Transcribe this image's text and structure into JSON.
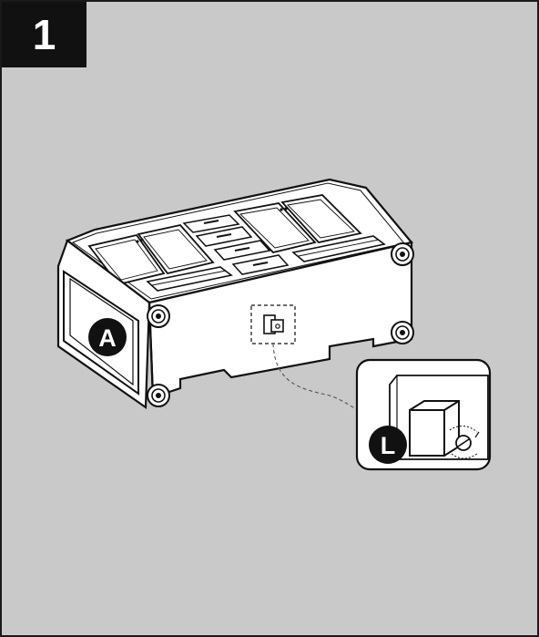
{
  "step": {
    "number": "1"
  },
  "callouts": {
    "main_part": "A",
    "detail_part": "L"
  },
  "colors": {
    "background": "#c9c9c9",
    "line": "#111111",
    "fill": "#ffffff",
    "badge": "#111111"
  }
}
